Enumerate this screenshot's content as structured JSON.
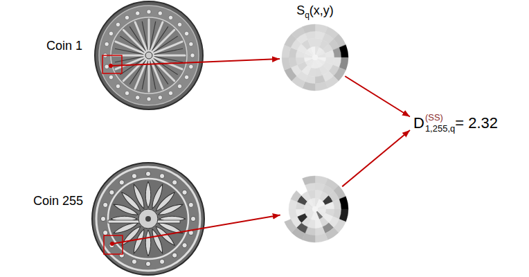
{
  "diagram": {
    "nodes": [
      {
        "text": [
          "Coin 1"
        ]
      },
      {
        "text": [
          "S",
          "q",
          "(x,y)"
        ]
      },
      {
        "text": [
          "D",
          "(SS)",
          "1,255,q",
          "= 2.32"
        ]
      },
      {
        "text": [
          "Coin 255"
        ]
      },
      {
        "text": []
      }
    ],
    "edges": [
      {
        "from": 0,
        "to": 1,
        "arrow": "to"
      },
      {
        "from": 3,
        "to": 4,
        "arrow": "to"
      },
      {
        "from": 1,
        "to": 2,
        "arrow": "to"
      },
      {
        "from": 4,
        "to": 2,
        "arrow": "to"
      }
    ]
  }
}
